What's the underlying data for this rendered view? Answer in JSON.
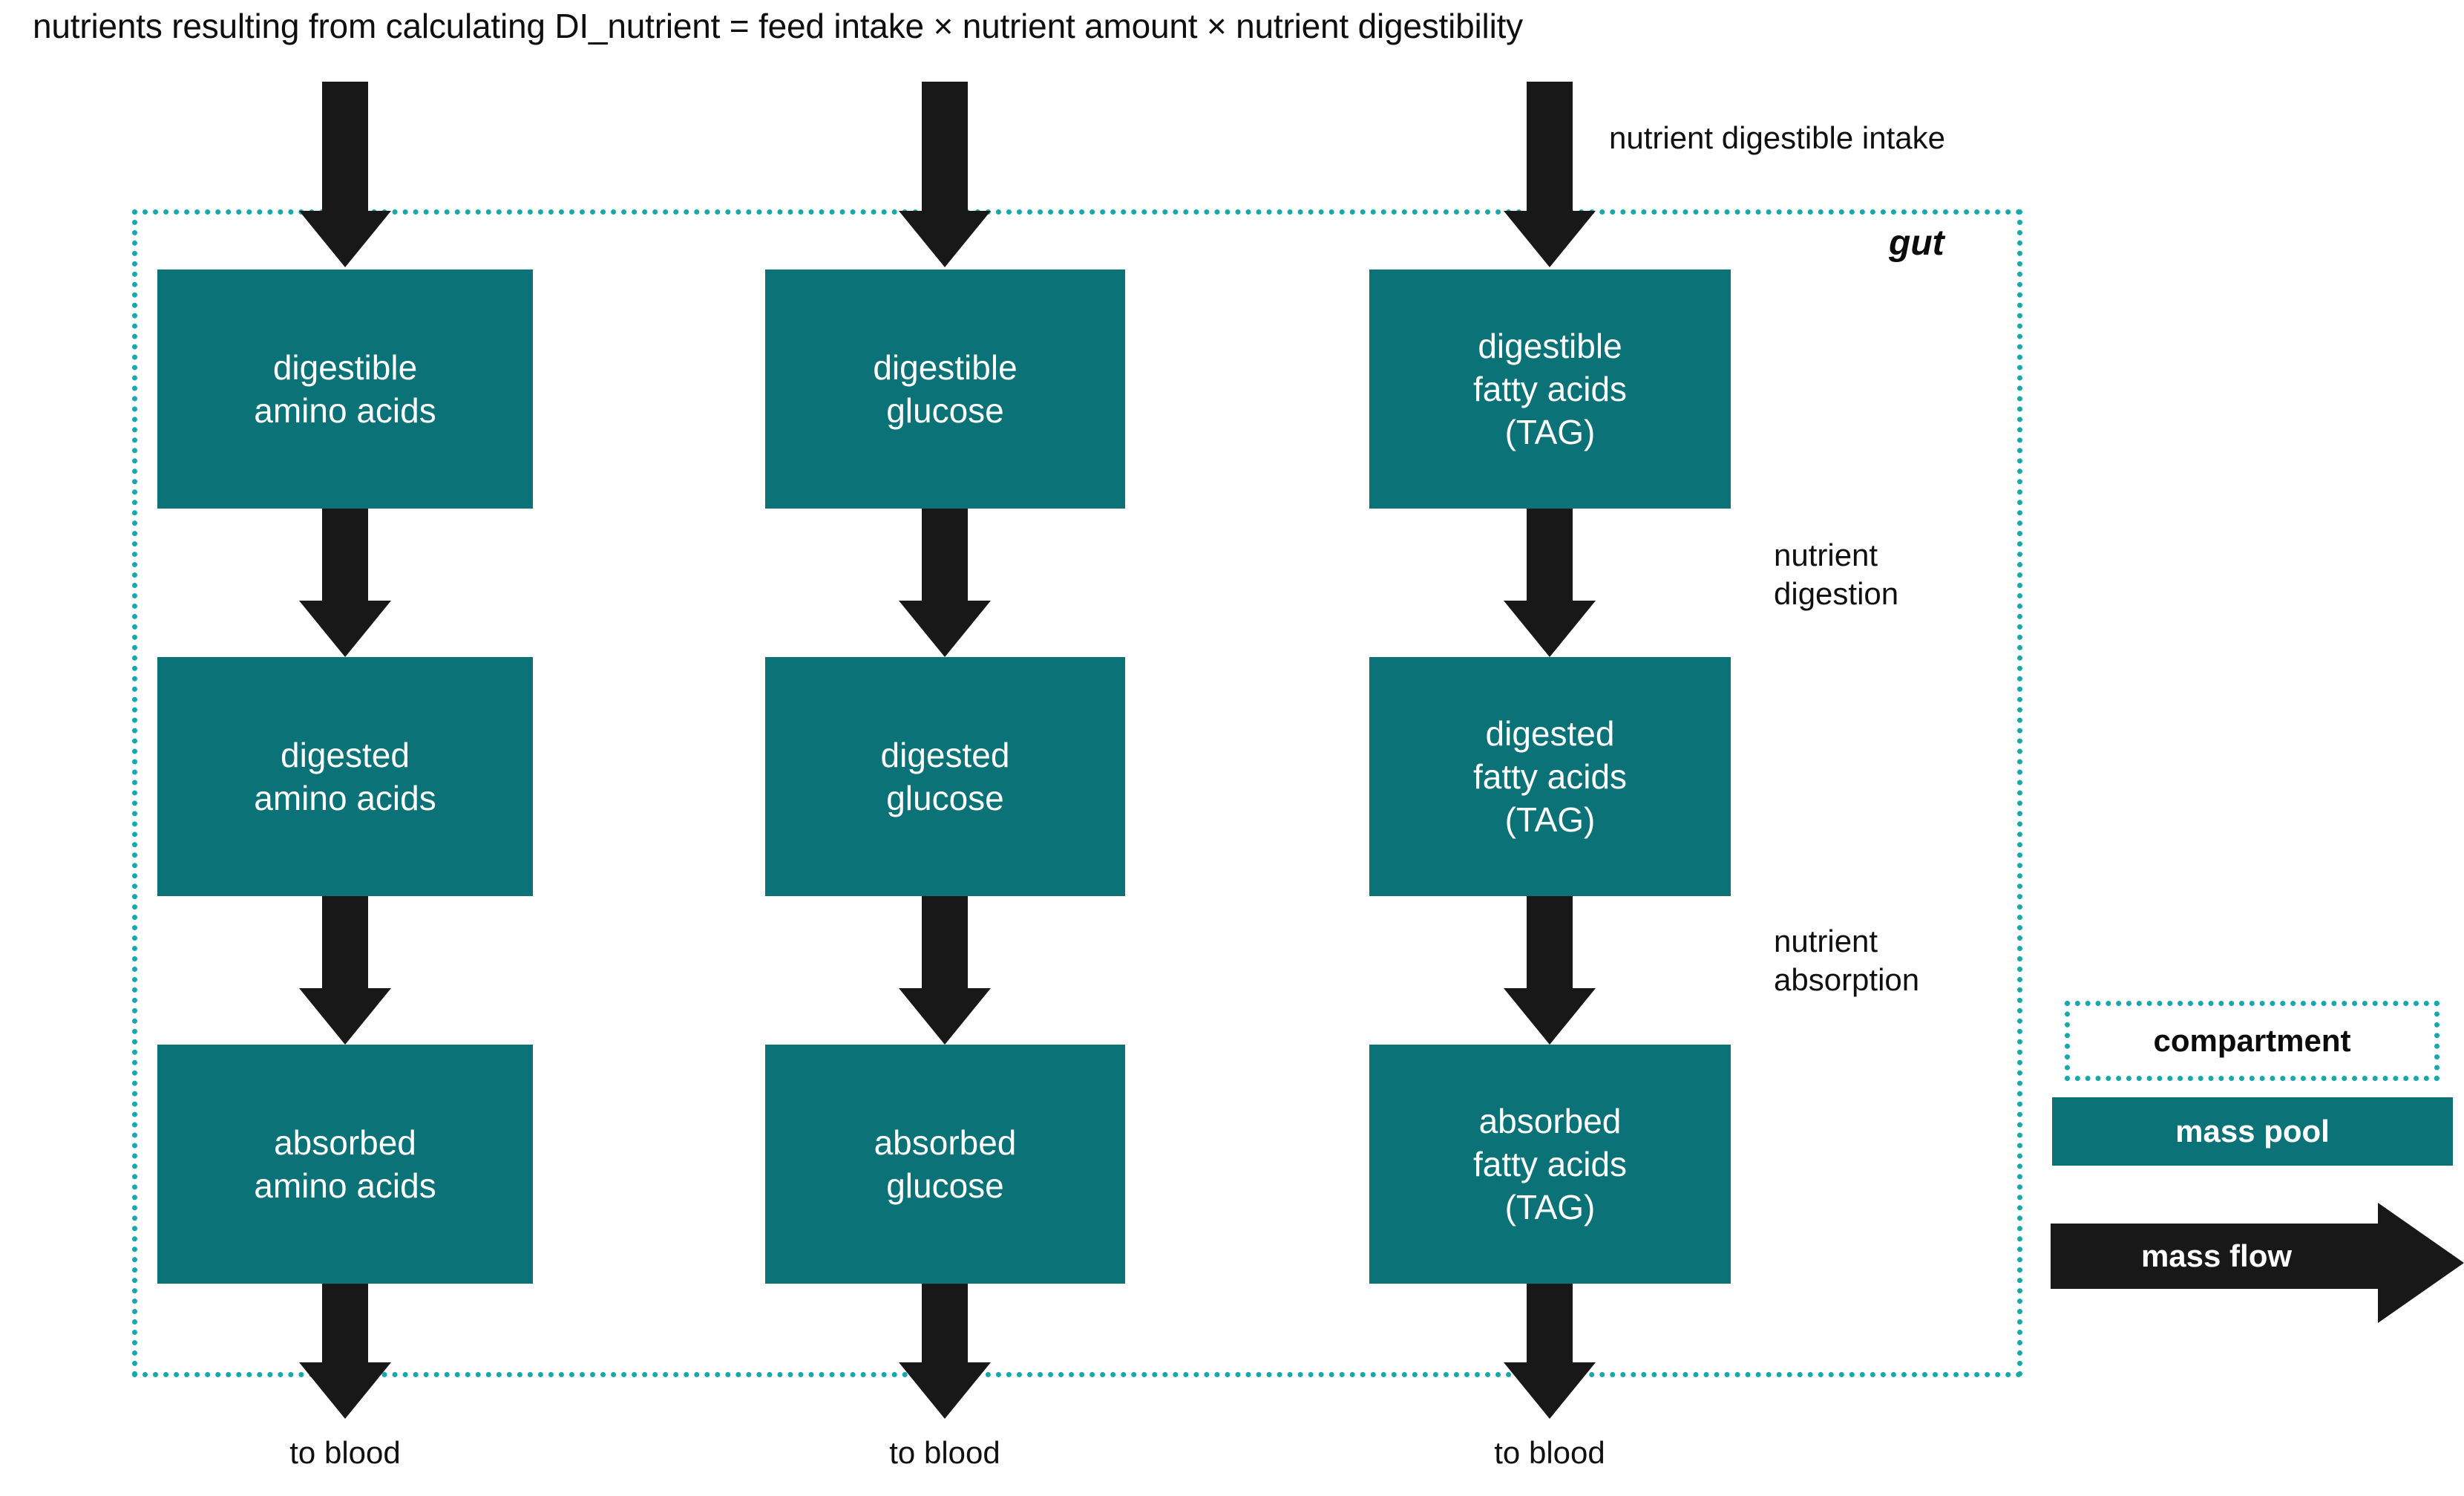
{
  "diagram": {
    "title": "nutrients resulting from calculating DI_nutrient = feed intake × nutrient amount × nutrient digestibility",
    "compartment_label": "gut",
    "colors": {
      "mass_pool_fill": "#0b7377",
      "compartment_border": "#17a8ab",
      "mass_flow": "#181818",
      "text_on_pool": "#ffffff",
      "text": "#101010",
      "background": "#ffffff"
    },
    "columns": [
      {
        "id": "amino-acids",
        "pools": [
          {
            "label": "digestible\namino acids"
          },
          {
            "label": "digested\namino acids"
          },
          {
            "label": "absorbed\namino acids"
          }
        ],
        "outlet_label": "to blood"
      },
      {
        "id": "glucose",
        "pools": [
          {
            "label": "digestible\nglucose"
          },
          {
            "label": "digested\nglucose"
          },
          {
            "label": "absorbed\nglucose"
          }
        ],
        "outlet_label": "to blood"
      },
      {
        "id": "fatty-acids",
        "pools": [
          {
            "label": "digestible\nfatty acids\n(TAG)"
          },
          {
            "label": "digested\nfatty acids\n(TAG)"
          },
          {
            "label": "absorbed\nfatty acids\n(TAG)"
          }
        ],
        "outlet_label": "to blood"
      }
    ],
    "process_labels": {
      "intake": "nutrient digestible intake",
      "digestion": "nutrient\ndigestion",
      "absorption": "nutrient\nabsorption"
    },
    "legend": {
      "compartment": "compartment",
      "mass_pool": "mass pool",
      "mass_flow": "mass flow"
    }
  }
}
